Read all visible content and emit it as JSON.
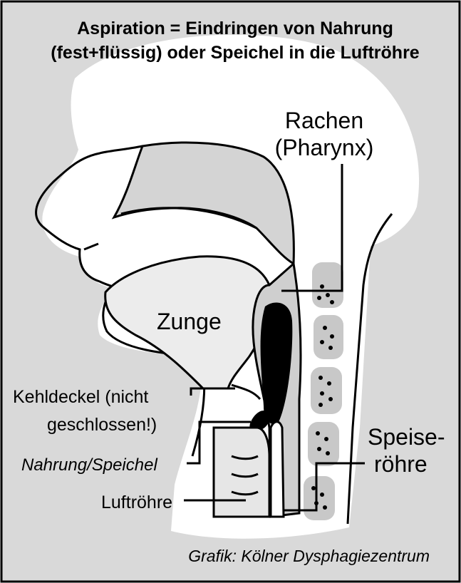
{
  "title": {
    "line1": "Aspiration = Eindringen von Nahrung",
    "line2": "(fest+flüssig) oder Speichel in die Luftröhre"
  },
  "labels": {
    "rachen_line1": "Rachen",
    "rachen_line2": "(Pharynx)",
    "zunge": "Zunge",
    "kehldeckel_line1": "Kehldeckel (nicht",
    "kehldeckel_line2": "geschlossen!)",
    "nahrung": "Nahrung/Speichel",
    "luftroehre": "Luftröhre",
    "speise_line1": "Speise-",
    "speise_line2": "röhre"
  },
  "credit": "Grafik: Kölner Dysphagiezentrum",
  "colors": {
    "background": "#d9d9d9",
    "head": "#ffffff",
    "tissue": "#c8c8c8",
    "ink": "#000000"
  }
}
